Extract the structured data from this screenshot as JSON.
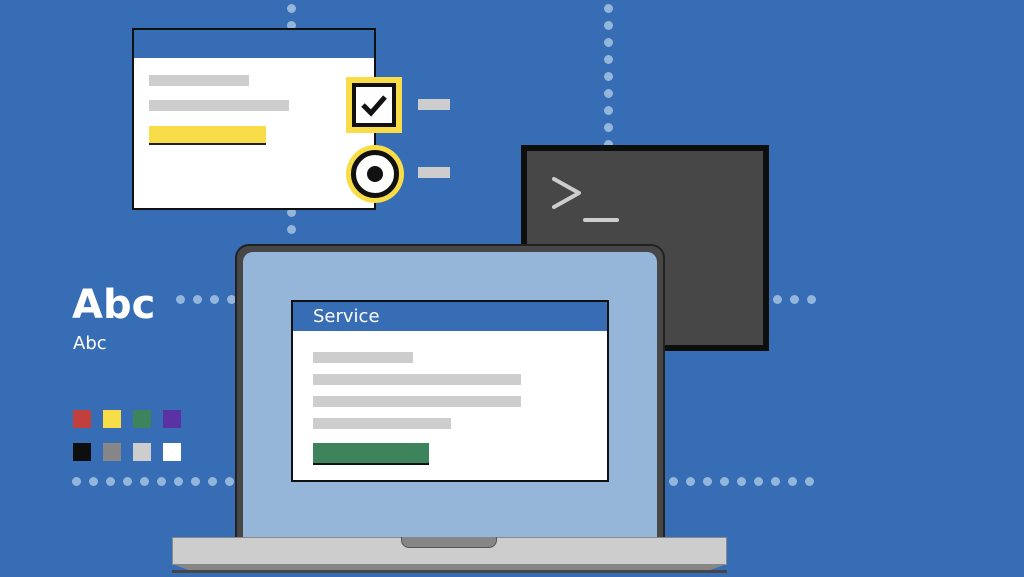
{
  "illustration": {
    "background_color": "#366db5",
    "form_window": {
      "header_color": "#366db5",
      "button_color": "#f9dd48",
      "checkbox": {
        "checked": true,
        "icon": "checkmark-icon"
      },
      "radio": {
        "selected": true,
        "icon": "radio-selected-icon"
      }
    },
    "terminal": {
      "prompt": ">_",
      "background_color": "#474747"
    },
    "laptop": {
      "screen_color": "#95b5d9",
      "app_window": {
        "title": "Service",
        "button_color": "#3d845c"
      }
    },
    "typography": {
      "heading": "Abc",
      "body": "Abc"
    },
    "palette": {
      "row1": [
        "#c1403d",
        "#f9dd48",
        "#3d845c",
        "#5a32a3"
      ],
      "row2": [
        "#0d0e0e",
        "#868686",
        "#cdcdcd",
        "#ffffff"
      ]
    }
  }
}
